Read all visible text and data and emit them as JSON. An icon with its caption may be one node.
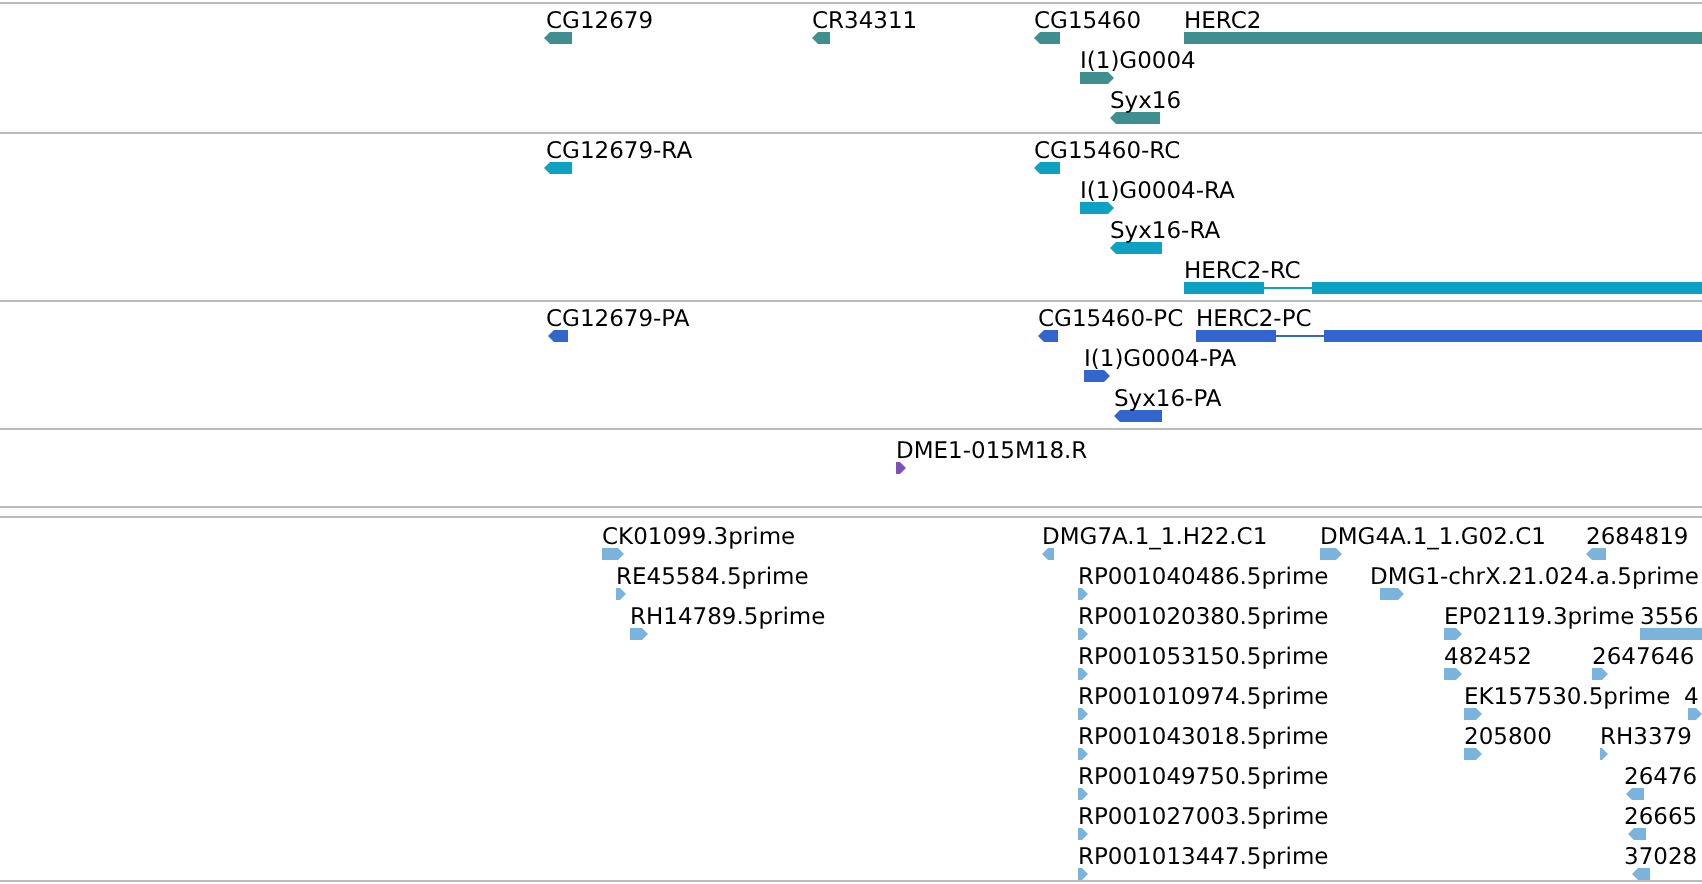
{
  "diagram": {
    "labels": [
      "CG12679",
      "CR34311",
      "CG15460",
      "HERC2",
      "I(1)G0004",
      "Syx16",
      "CG12679-RA",
      "CG15460-RC",
      "I(1)G0004-RA",
      "Syx16-RA",
      "HERC2-RC",
      "CG12679-PA",
      "CG15460-PC",
      "HERC2-PC",
      "I(1)G0004-PA",
      "Syx16-PA",
      "DME1-015M18.R",
      "CK01099.3prime",
      "DMG7A.1_1.H22.C1",
      "DMG4A.1_1.G02.C1",
      "2684819",
      "RE45584.5prime",
      "RP001040486.5prime",
      "DMG1-chrX.21.024.a.5prime",
      "RH14789.5prime",
      "RP001020380.5prime",
      "EP02119.3prime",
      "3556",
      "RP001053150.5prime",
      "482452",
      "2647646",
      "RP001010974.5prime",
      "EK157530.5prime",
      "4",
      "RP001043018.5prime",
      "205800",
      "RH3379",
      "RP001049750.5prime",
      "26476",
      "RP001027003.5prime",
      "26665",
      "RP001013447.5prime",
      "37028"
    ]
  }
}
